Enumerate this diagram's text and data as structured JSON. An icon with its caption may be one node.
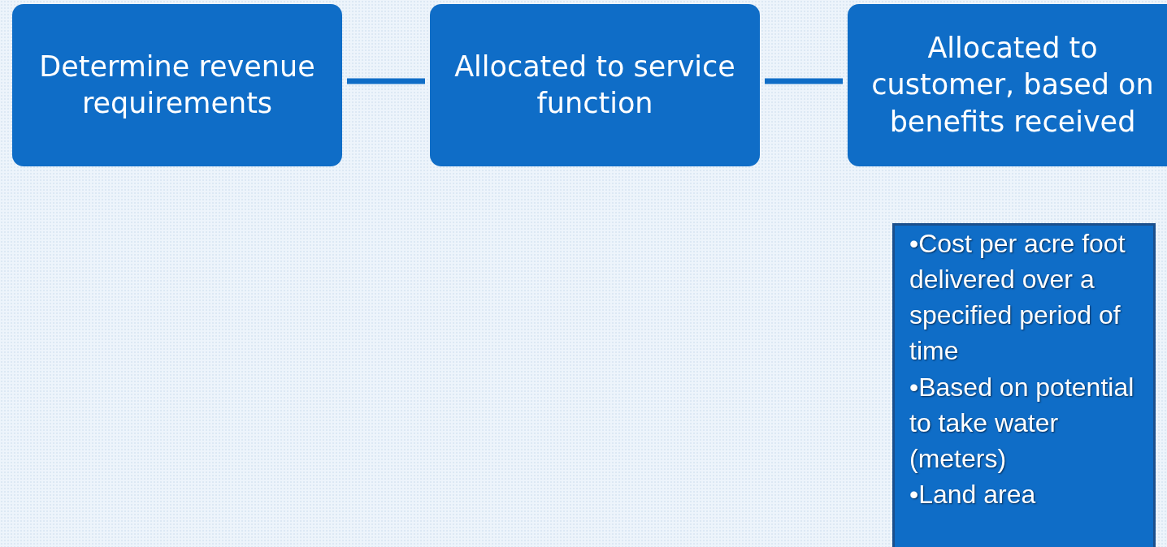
{
  "diagram": {
    "nodes": [
      {
        "text": [
          "Determine revenue requirements"
        ]
      },
      {
        "text": [
          "Allocated to service function"
        ]
      },
      {
        "text": [
          "Allocated to customer, based on benefits received"
        ]
      },
      {
        "text": [
          "•Cost per acre foot delivered over a specified period of time",
          "•Based on potential to take water (meters)",
          "•Land area"
        ]
      }
    ],
    "edges": [
      {
        "from": 0,
        "to": 1,
        "arrow": "none"
      },
      {
        "from": 1,
        "to": 2,
        "arrow": "none"
      }
    ]
  }
}
